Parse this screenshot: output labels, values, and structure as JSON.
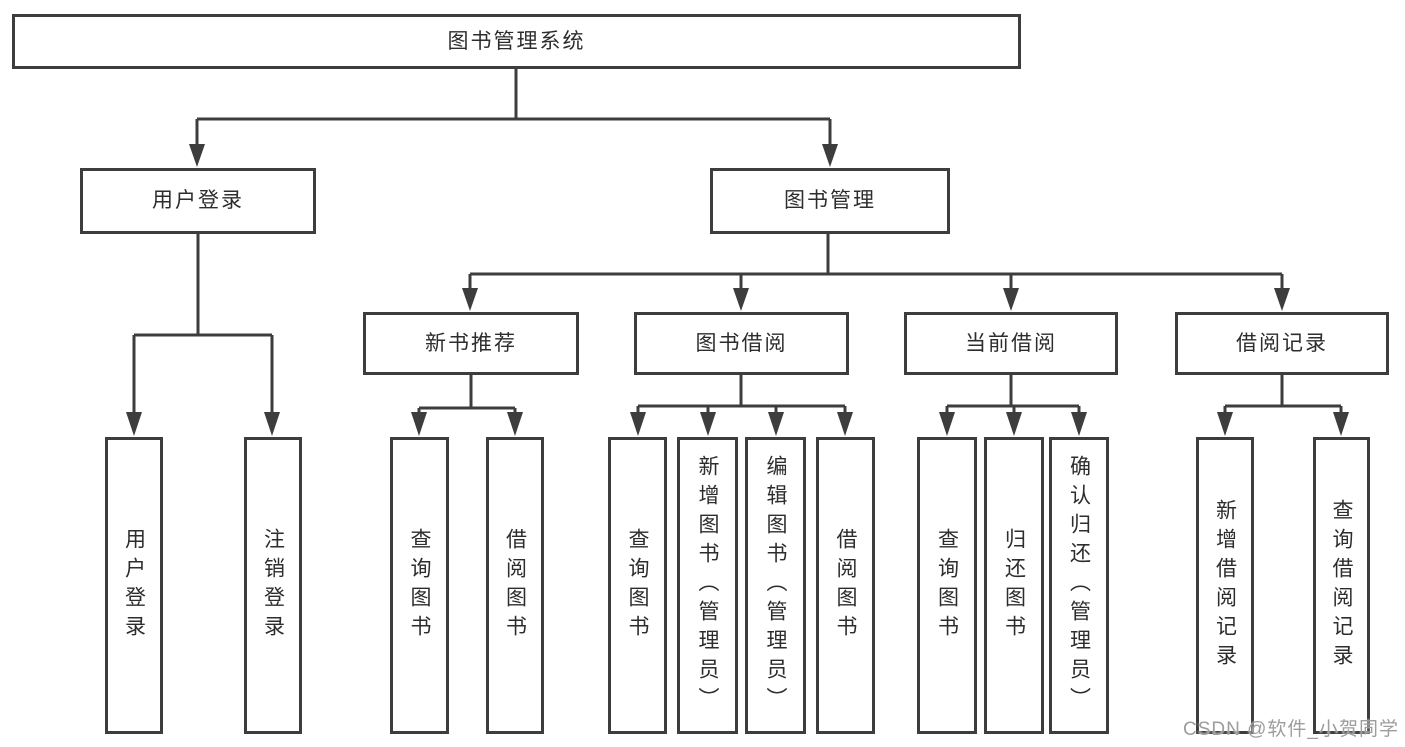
{
  "nodes": {
    "root": "图书管理系统",
    "level2": [
      "用户登录",
      "图书管理"
    ],
    "level3": [
      "新书推荐",
      "图书借阅",
      "当前借阅",
      "借阅记录"
    ],
    "leaves": [
      "用户登录",
      "注销登录",
      "查询图书",
      "借阅图书",
      "查询图书",
      "新增图书（管理员）",
      "编辑图书（管理员）",
      "借阅图书",
      "查询图书",
      "归还图书",
      "确认归还（管理员）",
      "新增借阅记录",
      "查询借阅记录"
    ]
  },
  "watermark": "CSDN @软件_小贺同学",
  "colors": {
    "line": "#3d3d3d",
    "text": "#2d2d2d",
    "watermark": "#9d9d9d",
    "background": "#ffffff"
  }
}
